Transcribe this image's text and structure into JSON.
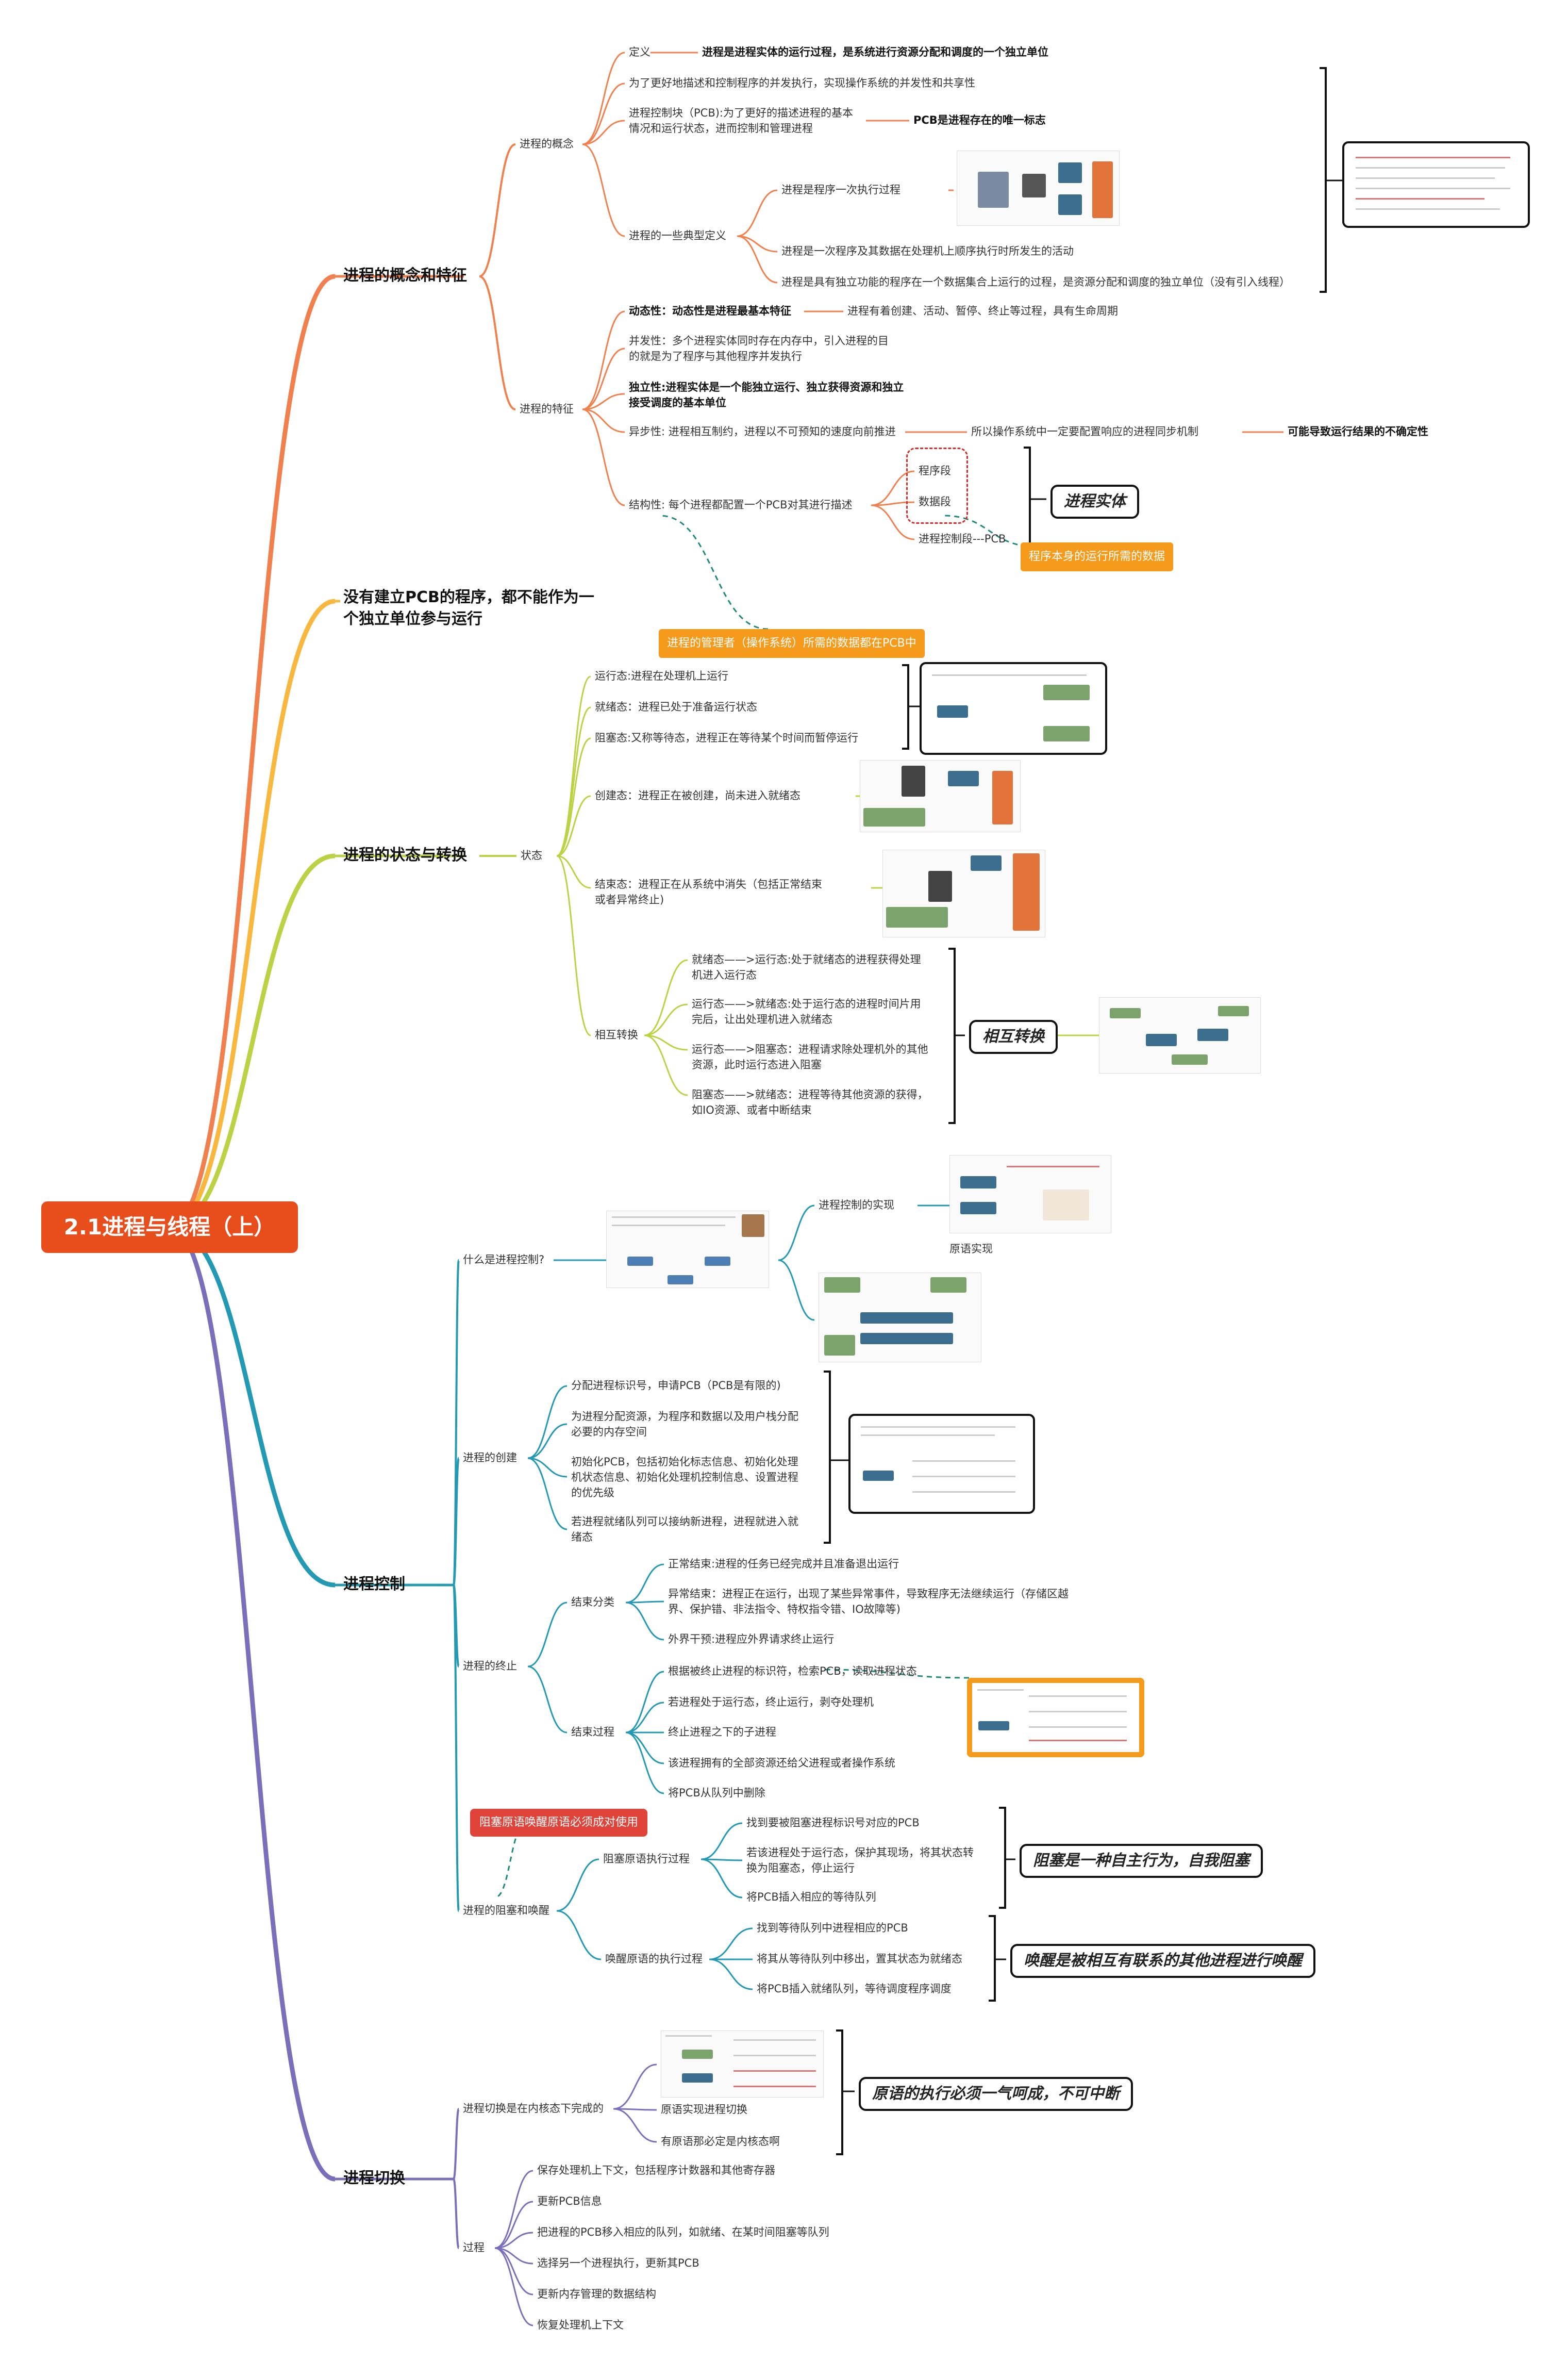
{
  "root": "2.1进程与线程（上）",
  "colors": {
    "branch1": "#f0814f",
    "branch2": "#f8b73f",
    "branch3": "#bcd144",
    "branch4": "#2499b3",
    "branch5": "#7b6fba",
    "root": "#e84d1c",
    "tag_orange": "#f59a1b",
    "tag_red": "#e0433a",
    "dashed_red": "#d32f2f",
    "dashed_teal": "#1f8a7a"
  },
  "b1": {
    "title": "进程的概念和特征",
    "concept": {
      "label": "进程的概念",
      "def_label": "定义",
      "def_text": "进程是进程实体的运行过程，是系统进行资源分配和调度的一个独立单位",
      "purpose": "为了更好地描述和控制程序的并发执行，实现操作系统的并发性和共享性",
      "pcb": "进程控制块（PCB):为了更好的描述进程的基本\n情况和运行状态，进而控制和管理进程",
      "pcb_note": "PCB是进程存在的唯一标志",
      "typical": "进程的一些典型定义",
      "typical_items": [
        "进程是程序一次执行过程",
        "进程是一次程序及其数据在处理机上顺序执行时所发生的活动",
        "进程是具有独立功能的程序在一个数据集合上运行的过程，是资源分配和调度的独立单位（没有引入线程）"
      ]
    },
    "features": {
      "label": "进程的特征",
      "dynamic": "动态性：动态性是进程最基本特征",
      "dynamic_note": "进程有着创建、活动、暂停、终止等过程，具有生命周期",
      "concurrent": "并发性：多个进程实体同时存在内存中，引入进程的目\n的就是为了程序与其他程序并发执行",
      "independent": "独立性:进程实体是一个能独立运行、独立获得资源和独立\n接受调度的基本单位",
      "async": "异步性: 进程相互制约，进程以不可预知的速度向前推进",
      "async_note": "所以操作系统中一定要配置响应的进程同步机制",
      "async_note2": "可能导致运行结果的不确定性",
      "structure": "结构性: 每个进程都配置一个PCB对其进行描述",
      "struct_items": [
        "程序段",
        "数据段",
        "进程控制段---PCB"
      ],
      "entity": "进程实体",
      "tag_runtime": "程序本身的运行所需的数据",
      "tag_manager": "进程的管理者（操作系统）所需的数据都在PCB中"
    }
  },
  "b2": {
    "title": "没有建立PCB的程序，都不能作为一\n个独立单位参与运行"
  },
  "b3": {
    "title": "进程的状态与转换",
    "state_label": "状态",
    "states": [
      "运行态:进程在处理机上运行",
      "就绪态：进程已处于准备运行状态",
      "阻塞态:又称等待态，进程正在等待某个时间而暂停运行",
      "创建态：进程正在被创建，尚未进入就绪态",
      "结束态：进程正在从系统中消失（包括正常结束\n或者异常终止)"
    ],
    "transition_label": "相互转换",
    "transitions": [
      "就绪态——>运行态:处于就绪态的进程获得处理\n机进入运行态",
      "运行态——>就绪态:处于运行态的进程时间片用\n完后，让出处理机进入就绪态",
      "运行态——>阻塞态：进程请求除处理机外的其他\n资源，此时运行态进入阻塞",
      "阻塞态——>就绪态：进程等待其他资源的获得，\n如IO资源、或者中断结束"
    ],
    "transition_box": "相互转换"
  },
  "b4": {
    "title": "进程控制",
    "what": "什么是进程控制?",
    "impl": "进程控制的实现",
    "primitive_caption": "原语实现",
    "create_label": "进程的创建",
    "create_items": [
      "分配进程标识号，申请PCB（PCB是有限的)",
      "为进程分配资源，为程序和数据以及用户栈分配\n必要的内存空间",
      "初始化PCB，包括初始化标志信息、初始化处理\n机状态信息、初始化处理机控制信息、设置进程\n的优先级",
      "若进程就绪队列可以接纳新进程，进程就进入就\n绪态"
    ],
    "term_label": "进程的终止",
    "end_class": "结束分类",
    "end_class_items": [
      "正常结束:进程的任务已经完成并且准备退出运行",
      "异常结束：进程正在运行，出现了某些异常事件，导致程序无法继续运行（存储区越\n界、保护错、非法指令、特权指令错、IO故障等)",
      "外界干预:进程应外界请求终止运行"
    ],
    "end_proc": "结束过程",
    "end_proc_items": [
      "根据被终止进程的标识符，检索PCB，读取进程状态",
      "若进程处于运行态，终止运行，剥夺处理机",
      "终止进程之下的子进程",
      "该进程拥有的全部资源还给父进程或者操作系统",
      "将PCB从队列中删除"
    ],
    "block_label": "进程的阻塞和唤醒",
    "block_tag": "阻塞原语唤醒原语必须成对使用",
    "block_exec": "阻塞原语执行过程",
    "block_items": [
      "找到要被阻塞进程标识号对应的PCB",
      "若该进程处于运行态，保护其现场，将其状态转\n换为阻塞态，停止运行",
      "将PCB插入相应的等待队列"
    ],
    "block_box": "阻塞是一种自主行为，自我阻塞",
    "wake_exec": "唤醒原语的执行过程",
    "wake_items": [
      "找到等待队列中进程相应的PCB",
      "将其从等待队列中移出，置其状态为就绪态",
      "将PCB插入就绪队列，等待调度程序调度"
    ],
    "wake_box": "唤醒是被相互有联系的其他进程进行唤醒"
  },
  "b5": {
    "title": "进程切换",
    "kernel_label": "进程切换是在内核态下完成的",
    "kernel_items": [
      "原语实现进程切换",
      "有原语那必定是内核态啊"
    ],
    "atomic_box": "原语的执行必须一气呵成，不可中断",
    "proc_label": "过程",
    "proc_items": [
      "保存处理机上下文，包括程序计数器和其他寄存器",
      "更新PCB信息",
      "把进程的PCB移入相应的队列，如就绪、在某时间阻塞等队列",
      "选择另一个进程执行，更新其PCB",
      "更新内存管理的数据结构",
      "恢复处理机上下文"
    ]
  }
}
